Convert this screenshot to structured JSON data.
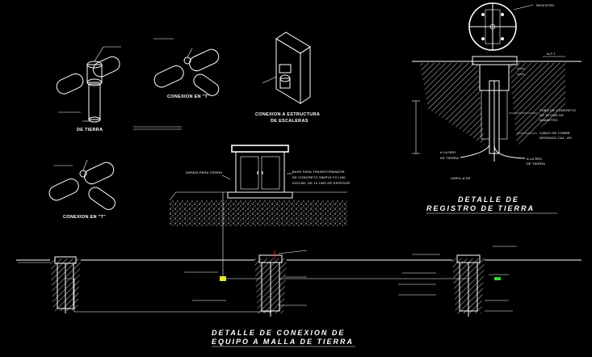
{
  "labels": {
    "de_tierra": "DE TIERRA",
    "conexion_t_1": "CONEXION EN \"T\"",
    "conexion_t_2": "CONEXION EN \"T\"",
    "conexion_estructura_1": "CONEXION A ESTRUCTURA",
    "conexion_estructura_2": "DE ESCALERAS",
    "zapata": "ZAPATA PARA TIERRA",
    "base_1": "BASE PARA TRANSFORMADOR",
    "base_2": "DE CONCRETO SIMPLE FC=150",
    "base_3": "KG/CM2, DE 10 CMS DE ESPESOR",
    "right_1": "TUBO DE CONCRETO",
    "right_2": "DE 30 CMS DE",
    "right_3": "DIAMETRO",
    "right_4": "CABLE DE COBRE",
    "right_5": "DESNUDO CAL. 4/0",
    "right_6": "A LA RED",
    "right_7": "DE TIERRA",
    "left_1": "A LA RED",
    "left_2": "DE TIERRA",
    "left_3": "VARILLA DE",
    "top_1": "REGISTRO",
    "nivel": "N.P.T."
  },
  "titles": {
    "detalle_registro_1": "DETALLE DE",
    "detalle_registro_2": "REGISTRO DE TIERRA",
    "detalle_conexion_1": "DETALLE DE CONEXION DE",
    "detalle_conexion_2": "EQUIPO A MALLA DE TIERRA"
  },
  "colors": {
    "background": "#000000",
    "line": "#ffffff",
    "accent": "#ff2a2a",
    "highlight": "#e8e830",
    "green": "#2adf2a"
  }
}
